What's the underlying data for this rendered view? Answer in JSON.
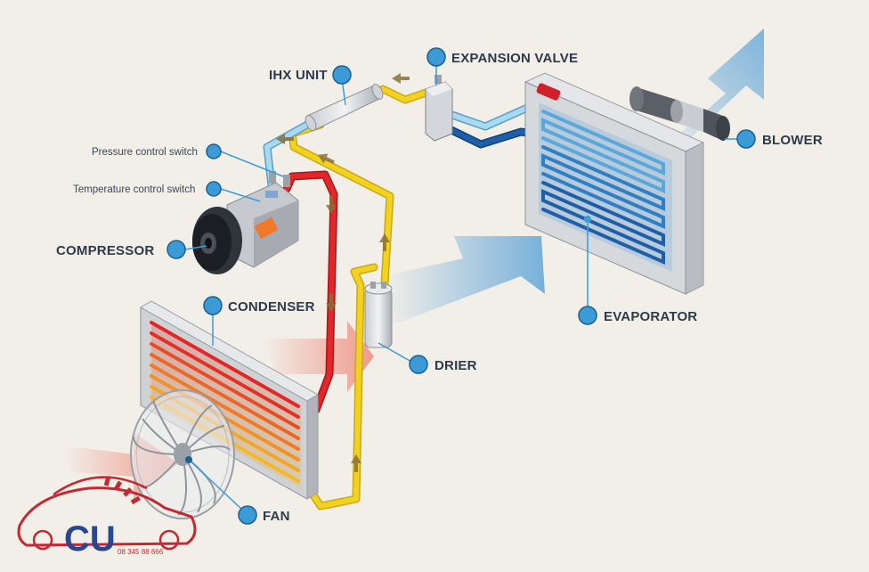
{
  "diagram": {
    "labels": {
      "ihx_unit": "IHX UNIT",
      "expansion_valve": "EXPANSION VALVE",
      "blower": "BLOWER",
      "pressure_control_switch": "Pressure control switch",
      "temperature_control_switch": "Temperature control switch",
      "compressor": "COMPRESSOR",
      "condenser": "CONDENSER",
      "drier": "DRIER",
      "evaporator": "EVAPORATOR",
      "fan": "FAN"
    },
    "logo": {
      "letters": "CU",
      "phone": "08 345 88 666"
    },
    "colors": {
      "background": "#f2efe9",
      "hot_line": "#e3262a",
      "warm_line": "#f2d21e",
      "cold_line": "#7fc4e6",
      "cold_return_line": "#1e5fa8",
      "label_dot": "#3b9bd6",
      "hot_air": "#ef8a7a",
      "cold_air": "#6aa9d8"
    }
  }
}
